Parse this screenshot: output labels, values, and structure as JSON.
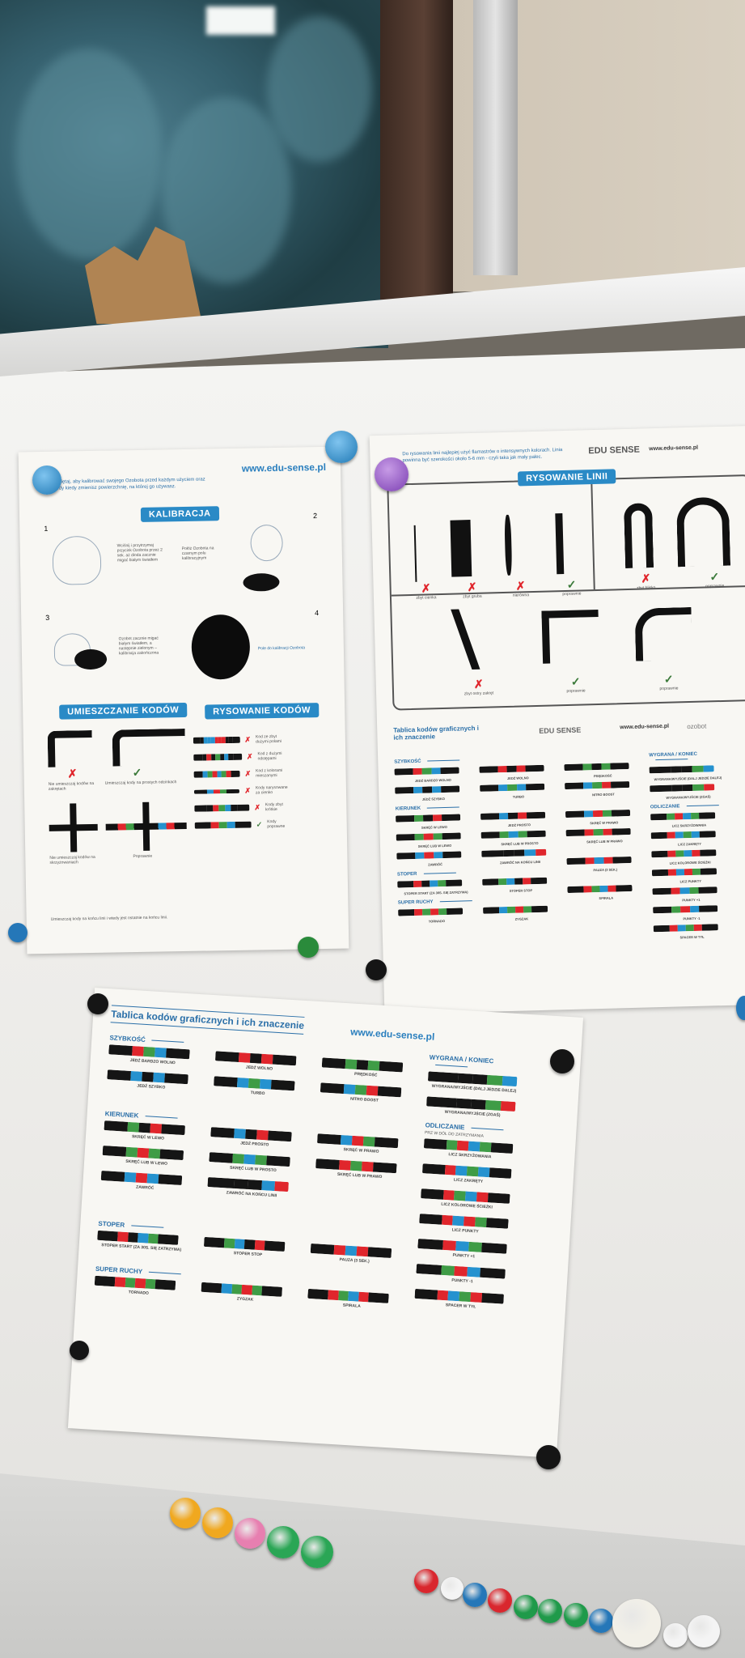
{
  "colors": {
    "k": "#151515",
    "r": "#e0262c",
    "g": "#3f9c46",
    "b": "#2592cf"
  },
  "poster_left": {
    "url": "www.edu-sense.pl",
    "intro": "Pamiętaj, aby kalibrować swojego Ozobota przed każdym użyciem oraz wtedy kiedy zmienisz powierzchnię, na której go używasz.",
    "calibration_title": "KALIBRACJA",
    "steps": [
      "1",
      "2",
      "3",
      "4"
    ],
    "step_texts": [
      "Wciśnij i przytrzymaj przycisk Ozobota przez 2 sek. aż dioda zacznie migać białym światłem",
      "Połóż Ozobota na czarnym polu kalibracyjnym",
      "Ozobot zacznie migać białym światłem, a następnie zielonym – kalibracja zakończona",
      "Pole do kalibracji Ozobota"
    ],
    "placing_title": "UMIESZCZANIE KODÓW",
    "drawing_title": "RYSOWANIE KODÓW",
    "placing_labels": [
      "Nie umieszczaj kodów na zakrętach",
      "Umieszczaj kody na prostych odcinkach",
      "Nie umieszczaj kodów na skrzyżowaniach",
      "Poprawnie"
    ],
    "drawing_labels": [
      "Kod ze zbyt dużymi polami",
      "Kod z dużymi odstępami",
      "Kod z kolorami mieszanymi",
      "Kody narysowane za cienko",
      "Kody zbyt krótkie",
      "Kody poprawne"
    ],
    "footer": "Umieszczaj kody na końcu linii i wtedy jest ostatnie na końcu linii."
  },
  "poster_right": {
    "intro": "Do rysowania linii najlepiej użyć flamastrów o intensywnych kolorach. Linia powinna być szerokości około 5-6 mm - czyli taka jak mały palec.",
    "brand": "EDU SENSE",
    "url": "www.edu-sense.pl",
    "lines_title": "RYSOWANIE LINII",
    "line_labels": [
      "zbyt cienka",
      "zbyt gruba",
      "nierówna",
      "poprawnie",
      "zbyt blisko",
      "poprawnie",
      "zbyt ostry zakręt",
      "poprawnie",
      "poprawnie"
    ],
    "table_title": "Tablica kodów graficznych i ich znaczenie",
    "brand2": "ozobot",
    "sections": [
      "SZYBKOŚĆ",
      "KIERUNEK",
      "STOPER",
      "SUPER RUCHY",
      "WYGRANA / KONIEC",
      "ODLICZANIE"
    ]
  },
  "poster_bottom": {
    "title": "Tablica kodów graficznych i ich znaczenie",
    "url": "www.edu-sense.pl",
    "columns": [
      {
        "groups": [
          {
            "name": "SZYBKOŚĆ",
            "codes": [
              {
                "seq": "krgbk",
                "label": "JEDŹ BARDZO WOLNO"
              },
              {
                "seq": "kbkbk",
                "label": "JEDŹ SZYBKO"
              }
            ]
          },
          {
            "name": "KIERUNEK",
            "codes": [
              {
                "seq": "kgkrk",
                "label": "SKRĘĆ W LEWO"
              },
              {
                "seq": "kgrgk",
                "label": "SKRĘĆ LUB W LEWO"
              },
              {
                "seq": "kbrbk",
                "label": "ZAWRÓĆ"
              }
            ]
          },
          {
            "name": "STOPER",
            "codes": [
              {
                "seq": "krkbgk",
                "label": "STOPER START (ZA 30S. SIĘ ZATRZYMA)"
              }
            ]
          },
          {
            "name": "SUPER RUCHY",
            "codes": [
              {
                "seq": "krgrgk",
                "label": "TORNADO"
              }
            ]
          }
        ]
      },
      {
        "groups": [
          {
            "name": "",
            "codes": [
              {
                "seq": "krkrk",
                "label": "JEDŹ WOLNO"
              },
              {
                "seq": "kbgbk",
                "label": "TURBO"
              }
            ]
          },
          {
            "name": "",
            "codes": [
              {
                "seq": "kbkrk",
                "label": "JEDŹ PROSTO"
              },
              {
                "seq": "kgbgk",
                "label": "SKRĘĆ LUB W PROSTO"
              },
              {
                "seq": "kkkbr",
                "label": "ZAWRÓĆ NA KOŃCU LINII"
              }
            ]
          },
          {
            "name": "",
            "codes": [
              {
                "seq": "kgbkrk",
                "label": "STOPER STOP"
              }
            ]
          },
          {
            "name": "",
            "codes": [
              {
                "seq": "kbgrgk",
                "label": "ZYGZAK"
              }
            ]
          }
        ]
      },
      {
        "groups": [
          {
            "name": "",
            "codes": [
              {
                "seq": "kgkgk",
                "label": "PRĘDKOŚĆ"
              },
              {
                "seq": "kbgrk",
                "label": "NITRO BOOST"
              }
            ]
          },
          {
            "name": "",
            "codes": [
              {
                "seq": "kbrgk",
                "label": "SKRĘĆ W PRAWO"
              },
              {
                "seq": "krgrk",
                "label": "SKRĘĆ LUB W PRAWO"
              }
            ]
          },
          {
            "name": "",
            "codes": [
              {
                "seq": "krbrk",
                "label": "PAUZA (3 SEK.)"
              }
            ]
          },
          {
            "name": "",
            "codes": [
              {
                "seq": "krgbrk",
                "label": "SPIRALA"
              }
            ]
          }
        ]
      },
      {
        "groups": [
          {
            "name": "WYGRANA / KONIEC",
            "codes": [
              {
                "seq": "kkkgb",
                "label": "WYGRANA/WYJŚCIE (DALJ JEDZIE DALEJ)"
              },
              {
                "seq": "kkkgr",
                "label": "WYGRANA/WYJŚCIE (ZGAŚ)"
              }
            ]
          },
          {
            "name": "ODLICZANIE",
            "sub": "PRZ W DÓŁ DO ZATRZYMANIA",
            "codes": [
              {
                "seq": "kgrbgk",
                "label": "LICZ SKRZYŻOWANIA"
              },
              {
                "seq": "krbgbk",
                "label": "LICZ ZAKRĘTY"
              },
              {
                "seq": "krgbrk",
                "label": "LICZ KOLOROWE ŚCIEŻKI"
              },
              {
                "seq": "krbrgk",
                "label": "LICZ PUNKTY"
              },
              {
                "seq": "krbgk",
                "label": "PUNKTY +1"
              },
              {
                "seq": "kgrbk",
                "label": "PUNKTY -1"
              },
              {
                "seq": "krbgrk",
                "label": "SPACER W TYŁ"
              }
            ]
          }
        ]
      }
    ]
  }
}
